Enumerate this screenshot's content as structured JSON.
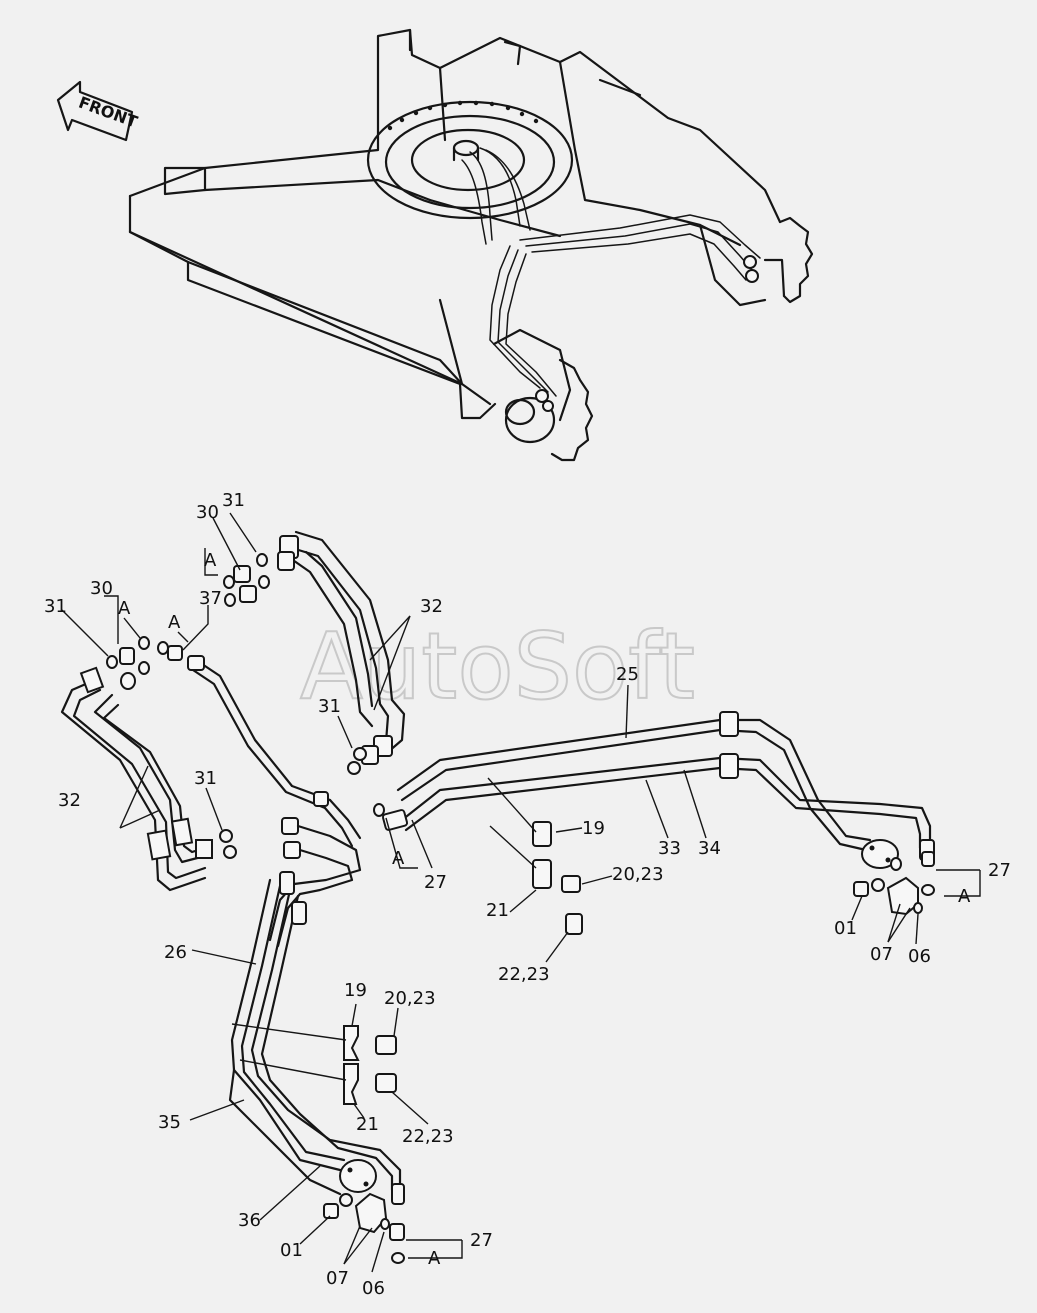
{
  "watermark": "AutoSoft",
  "front_label": "FRONT",
  "callouts": [
    {
      "id": "c01",
      "text": "31"
    },
    {
      "id": "c02",
      "text": "30"
    },
    {
      "id": "c03",
      "text": "A"
    },
    {
      "id": "c04",
      "text": "30"
    },
    {
      "id": "c05",
      "text": "31"
    },
    {
      "id": "c06",
      "text": "A"
    },
    {
      "id": "c07",
      "text": "37"
    },
    {
      "id": "c08",
      "text": "A"
    },
    {
      "id": "c09",
      "text": "32"
    },
    {
      "id": "c10",
      "text": "31"
    },
    {
      "id": "c11",
      "text": "32"
    },
    {
      "id": "c12",
      "text": "31"
    },
    {
      "id": "c13",
      "text": "25"
    },
    {
      "id": "c14",
      "text": "19"
    },
    {
      "id": "c15",
      "text": "33"
    },
    {
      "id": "c16",
      "text": "34"
    },
    {
      "id": "c17",
      "text": "A"
    },
    {
      "id": "c18",
      "text": "27"
    },
    {
      "id": "c19",
      "text": "20,23"
    },
    {
      "id": "c20",
      "text": "21"
    },
    {
      "id": "c21",
      "text": "22,23"
    },
    {
      "id": "c22",
      "text": "27"
    },
    {
      "id": "c23",
      "text": "A"
    },
    {
      "id": "c24",
      "text": "01"
    },
    {
      "id": "c25",
      "text": "07"
    },
    {
      "id": "c26",
      "text": "06"
    },
    {
      "id": "c27",
      "text": "26"
    },
    {
      "id": "c28",
      "text": "19"
    },
    {
      "id": "c29",
      "text": "20,23"
    },
    {
      "id": "c30",
      "text": "35"
    },
    {
      "id": "c31",
      "text": "21"
    },
    {
      "id": "c32",
      "text": "22,23"
    },
    {
      "id": "c33",
      "text": "36"
    },
    {
      "id": "c34",
      "text": "01"
    },
    {
      "id": "c35",
      "text": "27"
    },
    {
      "id": "c36",
      "text": "A"
    },
    {
      "id": "c37",
      "text": "07"
    },
    {
      "id": "c38",
      "text": "06"
    }
  ]
}
